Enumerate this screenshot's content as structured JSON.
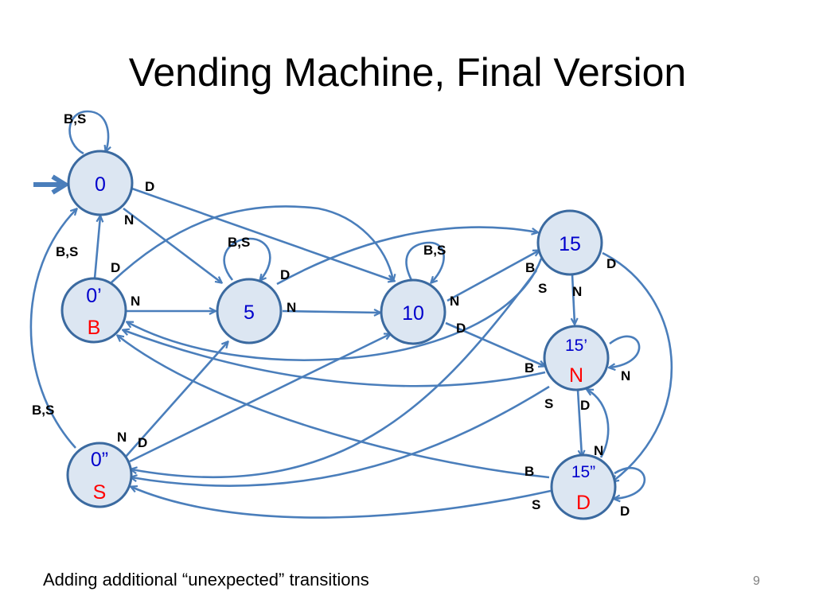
{
  "slide": {
    "title": "Vending Machine, Final Version",
    "caption": "Adding additional “unexpected” transitions",
    "page_number": "9"
  },
  "colors": {
    "node_fill": "#dce6f2",
    "node_border": "#3b6aa0",
    "edge": "#4a7ebb",
    "state_name": "#0000cc",
    "state_output": "#ff0000"
  },
  "states": {
    "s0": {
      "name": "0",
      "output": ""
    },
    "s0b": {
      "name": "0’",
      "output": "B"
    },
    "s0s": {
      "name": "0”",
      "output": "S"
    },
    "s5": {
      "name": "5",
      "output": ""
    },
    "s10": {
      "name": "10",
      "output": ""
    },
    "s15": {
      "name": "15",
      "output": ""
    },
    "s15n": {
      "name": "15’",
      "output": "N"
    },
    "s15d": {
      "name": "15”",
      "output": "D"
    }
  },
  "edge_labels": {
    "s0_self": "B,S",
    "s0_d": "D",
    "s0_n": "N",
    "s0b_up": "B,S",
    "s0b_d": "D",
    "s0b_n": "N",
    "s5_self": "B,S",
    "s5_d": "D",
    "s5_n": "N",
    "s10_self": "B,S",
    "s10_n": "N",
    "s10_d": "D",
    "s15_b": "B",
    "s15_s": "S",
    "s15_n": "N",
    "s15_d": "D",
    "s15n_b": "B",
    "s15n_s": "S",
    "s15n_d": "D",
    "s15n_self": "N",
    "s15d_b": "B",
    "s15d_s": "S",
    "s15d_n": "N",
    "s15d_self": "D",
    "s0s_up": "B,S",
    "s0s_n": "N",
    "s0s_d": "D"
  }
}
